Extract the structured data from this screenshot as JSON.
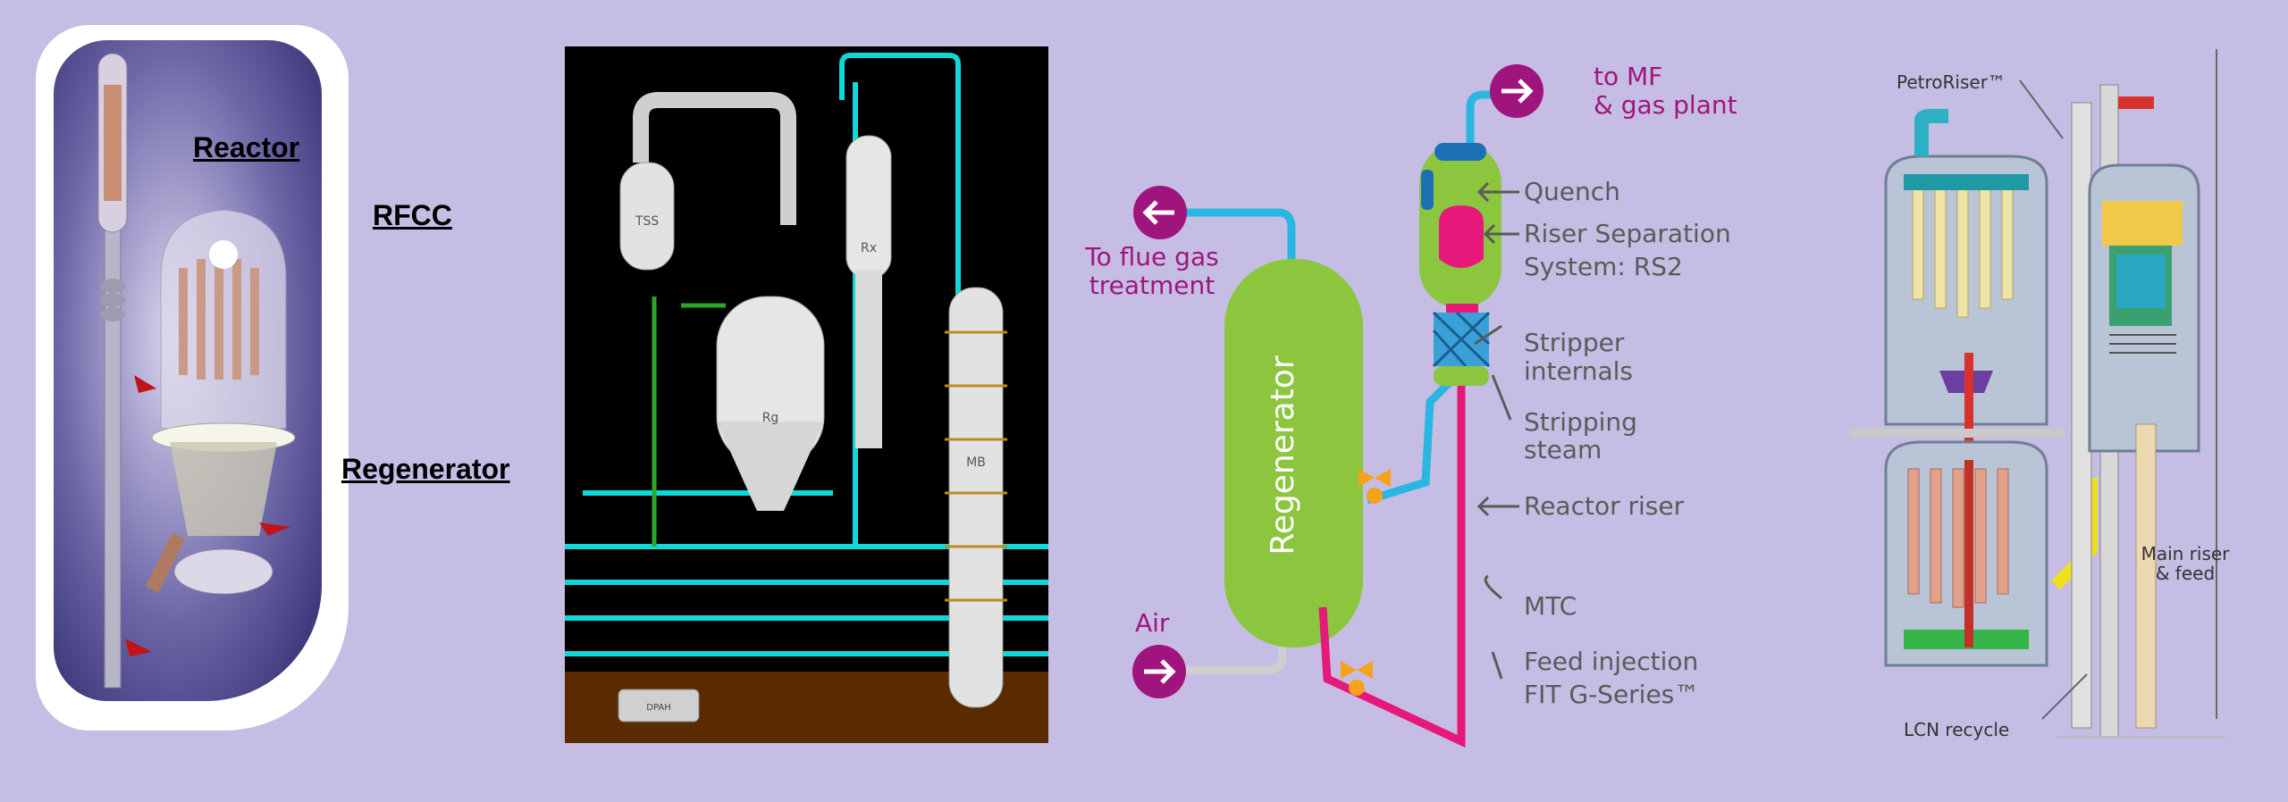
{
  "panel1": {
    "labels": {
      "reactor": "Reactor",
      "rfcc": "RFCC",
      "regenerator": "Regenerator"
    }
  },
  "panel2": {
    "vessel_labels": {
      "tss": "TSS",
      "rx": "Rx",
      "rg": "Rg",
      "mb": "MB",
      "dpah": "DPAH"
    }
  },
  "panel3": {
    "outlet_mf": {
      "line1": "to MF",
      "line2": "& gas plant"
    },
    "outlet_flue": {
      "line1": "To flue gas",
      "line2": "treatment"
    },
    "inlet_air": "Air",
    "regenerator": "Regenerator",
    "callouts": {
      "quench": "Quench",
      "riser_sep_1": "Riser Separation",
      "riser_sep_2": "System: RS2",
      "stripper_1": "Stripper",
      "stripper_2": "internals",
      "stripping_1": "Stripping",
      "stripping_2": "steam",
      "reactor_riser": "Reactor riser",
      "mtc": "MTC",
      "feed_1": "Feed injection",
      "feed_2": "FIT G-Series™"
    },
    "colors": {
      "regenerator": "#8cc63f",
      "riser": "#e6197a",
      "line": "#29b6e0",
      "arrow": "#a0157d",
      "valve": "#f7a21b"
    }
  },
  "panel4": {
    "petroriser": "PetroRiser™",
    "main_riser_1": "Main riser",
    "main_riser_2": "& feed",
    "lcn_recycle": "LCN recycle"
  }
}
